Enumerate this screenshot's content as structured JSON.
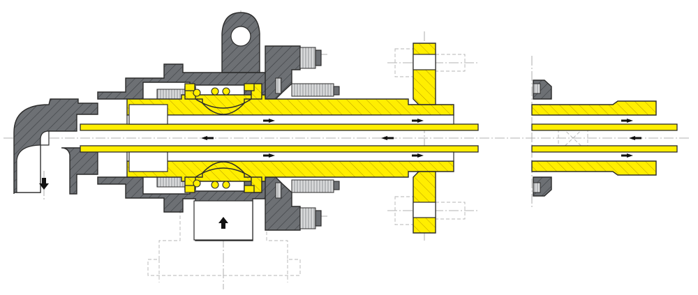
{
  "drawing": {
    "colors": {
      "housing": "#6d7074",
      "brass_parts": "#ffee00",
      "outline": "#2b2b2b",
      "centerline": "#9a9a9a",
      "hidden_parts": "#b4b4b4"
    },
    "flow_arrows": [
      "down",
      "left",
      "left",
      "left",
      "right",
      "right",
      "right",
      "right",
      "up"
    ]
  }
}
